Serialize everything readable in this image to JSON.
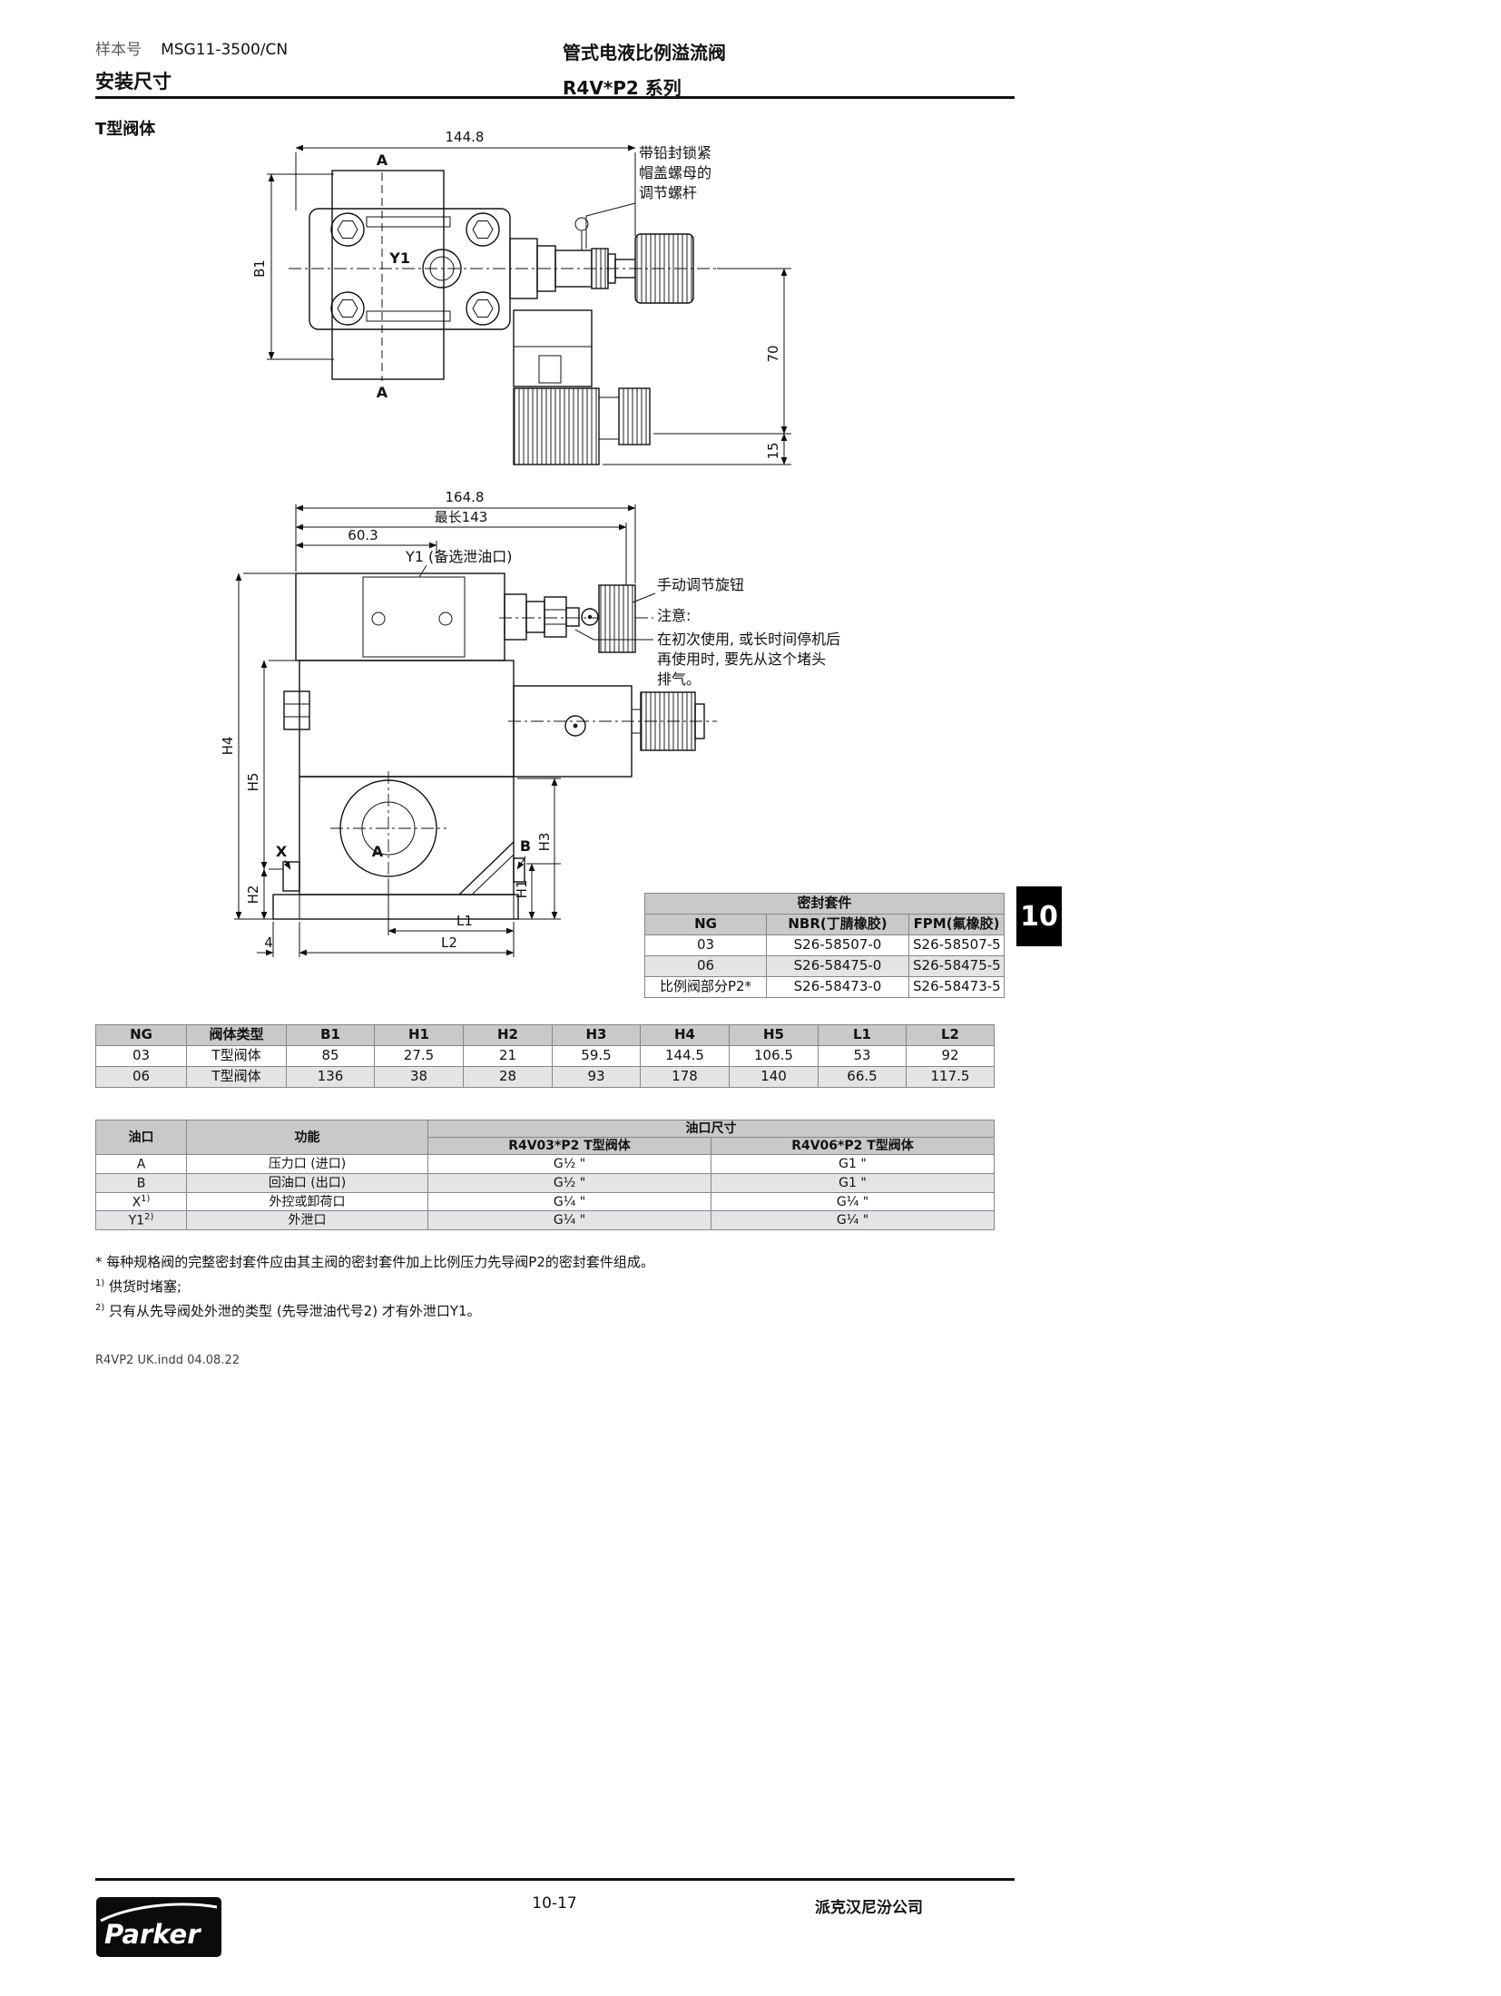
{
  "header": {
    "doc_label": "样本号",
    "doc_number": "MSG11-3500/CN",
    "page_title": "安装尺寸",
    "product_title": "管式电液比例溢流阀",
    "series_title": "R4V*P2 系列"
  },
  "section_label": "T型阀体",
  "drawing_top": {
    "dim_width": "144.8",
    "section_a_top": "A",
    "section_a_bottom": "A",
    "dim_b1": "B1",
    "port_y1": "Y1",
    "dim_70": "70",
    "dim_15": "15",
    "annotation_line1": "带铅封锁紧",
    "annotation_line2": "帽盖螺母的",
    "annotation_line3": "调节螺杆"
  },
  "drawing_front": {
    "dim_total": "164.8",
    "dim_max": "最长143",
    "dim_offset": "60.3",
    "label_y1": "Y1 (备选泄油口)",
    "label_knob": "手动调节旋钮",
    "note_title": "注意:",
    "note_line1": "在初次使用, 或长时间停机后",
    "note_line2": "再使用时, 要先从这个堵头",
    "note_line3": "排气。",
    "dim_h4": "H4",
    "dim_h5": "H5",
    "dim_h2": "H2",
    "dim_h1": "H1",
    "dim_h3": "H3",
    "label_x": "X",
    "label_a": "A",
    "label_b": "B",
    "dim_l1": "L1",
    "dim_l2": "L2",
    "dim_4": "4"
  },
  "seal_table": {
    "title": "密封套件",
    "headers": [
      "NG",
      "NBR(丁腈橡胶)",
      "FPM(氟橡胶)"
    ],
    "rows": [
      [
        "03",
        "S26-58507-0",
        "S26-58507-5"
      ],
      [
        "06",
        "S26-58475-0",
        "S26-58475-5"
      ],
      [
        "比例阀部分P2*",
        "S26-58473-0",
        "S26-58473-5"
      ]
    ]
  },
  "chapter_tab": "10",
  "dim_table": {
    "headers": [
      "NG",
      "阀体类型",
      "B1",
      "H1",
      "H2",
      "H3",
      "H4",
      "H5",
      "L1",
      "L2"
    ],
    "rows": [
      [
        "03",
        "T型阀体",
        "85",
        "27.5",
        "21",
        "59.5",
        "144.5",
        "106.5",
        "53",
        "92"
      ],
      [
        "06",
        "T型阀体",
        "136",
        "38",
        "28",
        "93",
        "178",
        "140",
        "66.5",
        "117.5"
      ]
    ]
  },
  "port_table": {
    "col_port": "油口",
    "col_function": "功能",
    "col_size": "油口尺寸",
    "sub_headers": [
      "R4V03*P2 T型阀体",
      "R4V06*P2 T型阀体"
    ],
    "rows": [
      {
        "port": "A",
        "sup": "",
        "function": "压力口 (进口)",
        "size_03": "G½ \"",
        "size_06": "G1 \""
      },
      {
        "port": "B",
        "sup": "",
        "function": "回油口 (出口)",
        "size_03": "G½ \"",
        "size_06": "G1 \""
      },
      {
        "port": "X",
        "sup": "1)",
        "function": "外控或卸荷口",
        "size_03": "G¼ \"",
        "size_06": "G¼ \""
      },
      {
        "port": "Y1",
        "sup": "2)",
        "function": "外泄口",
        "size_03": "G¼ \"",
        "size_06": "G¼ \""
      }
    ]
  },
  "footnotes": [
    {
      "marker": "*",
      "text": "每种规格阀的完整密封套件应由其主阀的密封套件加上比例压力先导阀P2的密封套件组成。"
    },
    {
      "marker": "1)",
      "text": "供货时堵塞;"
    },
    {
      "marker": "2)",
      "text": "只有从先导阀处外泄的类型 (先导泄油代号2) 才有外泄口Y1。"
    }
  ],
  "file_note": "R4VP2 UK.indd   04.08.22",
  "footer": {
    "page_number": "10-17",
    "company": "派克汉尼汾公司",
    "logo_text": "Parker"
  }
}
